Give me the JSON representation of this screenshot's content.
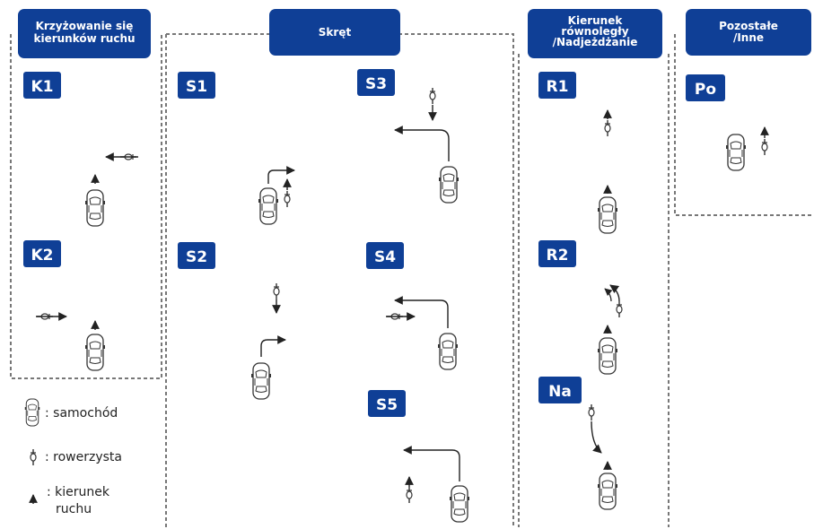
{
  "colors": {
    "badge": "#0f3f96",
    "border": "#777777",
    "ink": "#222222"
  },
  "headers": {
    "crossing": [
      "Krzyżowanie się",
      "kierunków ruchu"
    ],
    "turn": "Skręt",
    "parallel": [
      "Kierunek",
      "równoległy",
      "/Nadjeżdżanie"
    ],
    "other": [
      "Pozostałe",
      "/Inne"
    ]
  },
  "scenario_labels": {
    "K1": "K1",
    "K2": "K2",
    "S1": "S1",
    "S2": "S2",
    "S3": "S3",
    "S4": "S4",
    "S5": "S5",
    "R1": "R1",
    "R2": "R2",
    "Na": "Na",
    "Po": "Po"
  },
  "legend": {
    "car": ": samochód",
    "cyclist": ": rowerzysta",
    "direction": [
      ": kierunek",
      "ruchu"
    ]
  },
  "icons": [
    "car-icon",
    "cyclist-icon",
    "direction-arrow-icon"
  ]
}
